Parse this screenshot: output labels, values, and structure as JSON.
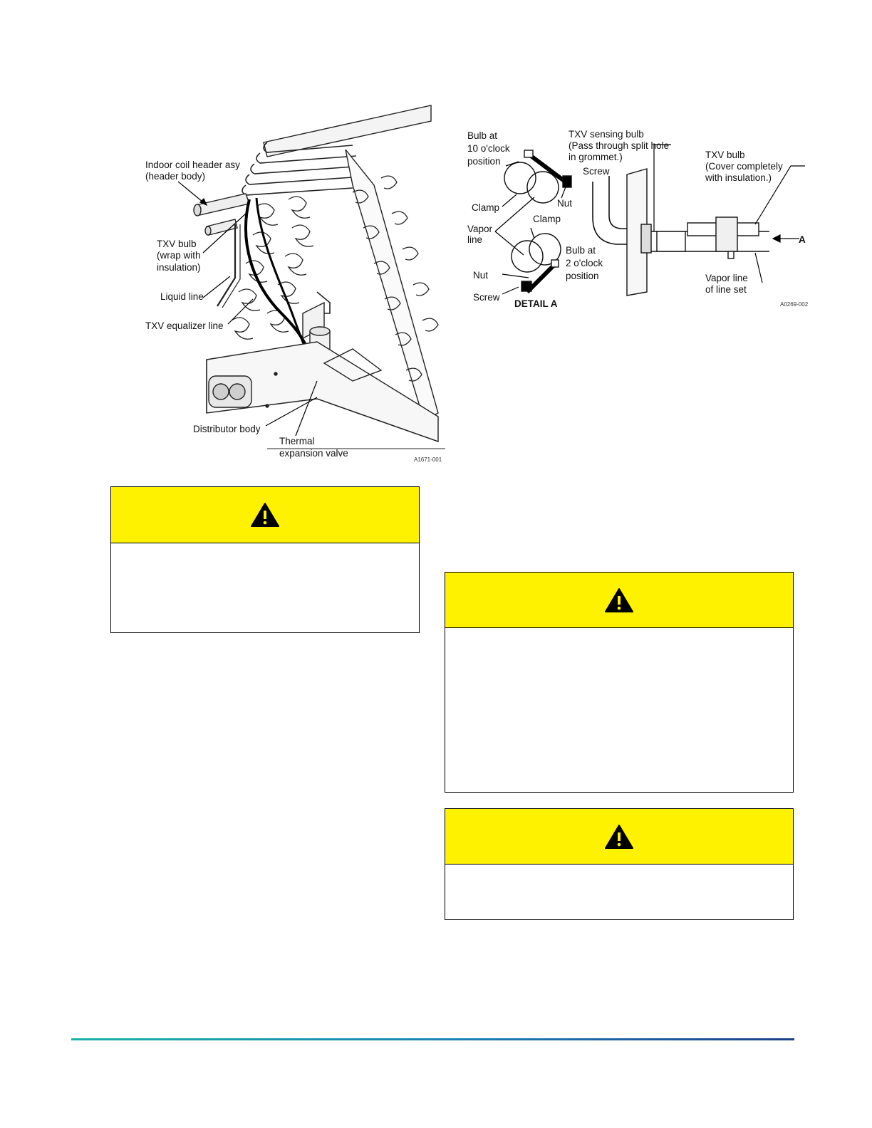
{
  "figure_left": {
    "labels": {
      "header": [
        "Indoor coil header asy",
        "(header body)"
      ],
      "txv_bulb": [
        "TXV bulb",
        "(wrap with",
        "insulation)"
      ],
      "liquid_line": "Liquid line",
      "equalizer": "TXV equalizer line",
      "distributor": "Distributor body",
      "valve": [
        "Thermal",
        "expansion valve"
      ]
    },
    "code": "A1671-001"
  },
  "figure_right": {
    "labels": {
      "bulb10": [
        "Bulb at",
        "10 o'clock",
        "position"
      ],
      "screw_top": "Screw",
      "nut_top": "Nut",
      "clamp_left": "Clamp",
      "clamp_mid": "Clamp",
      "vapor": [
        "Vapor",
        "line"
      ],
      "bulb2": [
        "Bulb at",
        "2 o'clock",
        "position"
      ],
      "nut_bottom": "Nut",
      "screw_bottom": "Screw",
      "detail": "DETAIL A",
      "sensing": [
        "TXV sensing bulb",
        "(Pass through split hole",
        "in grommet.)"
      ],
      "txv_cover": [
        "TXV bulb",
        "(Cover completely",
        "with insulation.)"
      ],
      "arrow_a": "A",
      "vapor_set": [
        "Vapor line",
        "of line set"
      ]
    },
    "code": "A0269-002"
  },
  "colors": {
    "warning_yellow": "#fff200",
    "rule_start": "#18b3a8",
    "rule_end": "#1d3f8a"
  },
  "warnings": [
    {
      "icon": "warning-triangle-icon"
    },
    {
      "icon": "warning-triangle-icon"
    },
    {
      "icon": "warning-triangle-icon"
    }
  ]
}
